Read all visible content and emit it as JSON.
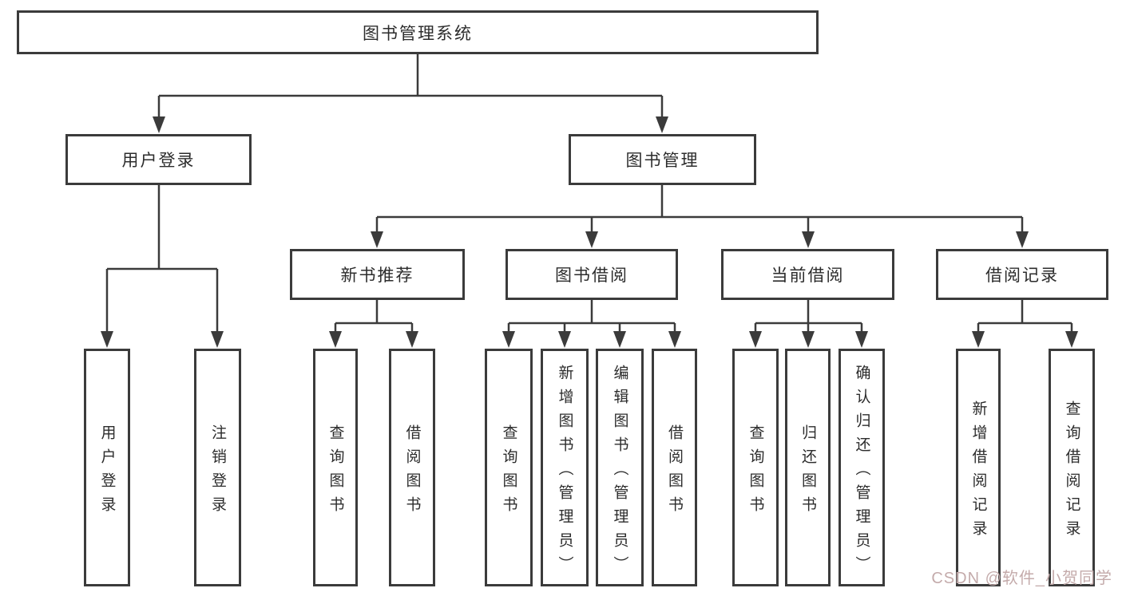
{
  "tree": {
    "root": {
      "label": "图书管理系统"
    },
    "branches": [
      {
        "label": "用户登录",
        "children": [
          {
            "label": "用户登录"
          },
          {
            "label": "注销登录"
          }
        ]
      },
      {
        "label": "图书管理",
        "children": [
          {
            "label": "新书推荐",
            "children": [
              {
                "label": "查询图书"
              },
              {
                "label": "借阅图书"
              }
            ]
          },
          {
            "label": "图书借阅",
            "children": [
              {
                "label": "查询图书"
              },
              {
                "label": "新增图书（管理员）"
              },
              {
                "label": "编辑图书（管理员）"
              },
              {
                "label": "借阅图书"
              }
            ]
          },
          {
            "label": "当前借阅",
            "children": [
              {
                "label": "查询图书"
              },
              {
                "label": "归还图书"
              },
              {
                "label": "确认归还（管理员）"
              }
            ]
          },
          {
            "label": "借阅记录",
            "children": [
              {
                "label": "新增借阅记录"
              },
              {
                "label": "查询借阅记录"
              }
            ]
          }
        ]
      }
    ]
  },
  "watermark": {
    "text": "CSDN @软件_小贺同学",
    "color": "#c4abab"
  },
  "colors": {
    "line": "#3b3b3b",
    "text": "#2c2c2c",
    "background": "#ffffff"
  }
}
